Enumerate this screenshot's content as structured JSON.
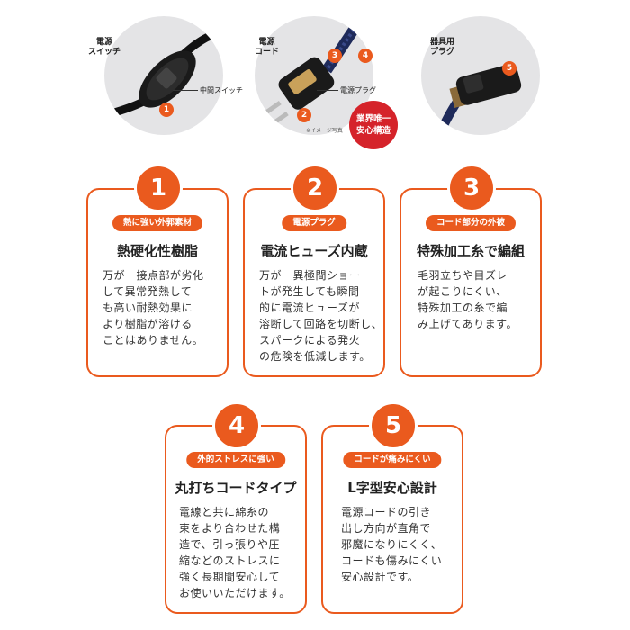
{
  "top": {
    "photo1": {
      "label": "電源\nスイッチ",
      "callout": "中間スイッチ",
      "badge": "1"
    },
    "photo2": {
      "label": "電源\nコード",
      "callout": "電源プラグ",
      "note": "※イメージ写真",
      "badges": [
        "2",
        "3",
        "4"
      ],
      "red_badge": "業界唯一\n安心構造"
    },
    "photo3": {
      "label": "器具用\nプラグ",
      "badge": "5"
    }
  },
  "cards": [
    {
      "num": "1",
      "tag": "熱に強い外郭素材",
      "title": "熱硬化性樹脂",
      "body": "万が一接点部が劣化\nして異常発熱して\nも高い耐熱効果に\nより樹脂が溶ける\nことはありません。"
    },
    {
      "num": "2",
      "tag": "電源プラグ",
      "title": "電流ヒューズ内蔵",
      "body": "万が一異極間ショー\nトが発生しても瞬間\n的に電流ヒューズが\n溶断して回路を切断し、\nスパークによる発火\nの危険を低減します。"
    },
    {
      "num": "3",
      "tag": "コード部分の外被",
      "title": "特殊加工糸で編組",
      "body": "毛羽立ちや目ズレ\nが起こりにくい、\n特殊加工の糸で編\nみ上げてあります。"
    },
    {
      "num": "4",
      "tag": "外的ストレスに強い",
      "title": "丸打ちコードタイプ",
      "body": "電線と共に綿糸の\n束をより合わせた構\n造で、引っ張りや圧\n縮などのストレスに\n強く長期間安心して\nお使いいただけます。"
    },
    {
      "num": "5",
      "tag": "コードが痛みにくい",
      "title": "L字型安心設計",
      "body": "電源コードの引き\n出し方向が直角で\n邪魔になりにくく、\nコードも傷みにくい\n安心設計です。"
    }
  ],
  "colors": {
    "accent": "#ea5a1e",
    "red_badge": "#d5232a",
    "photo_bg": "#e4e4e6"
  }
}
